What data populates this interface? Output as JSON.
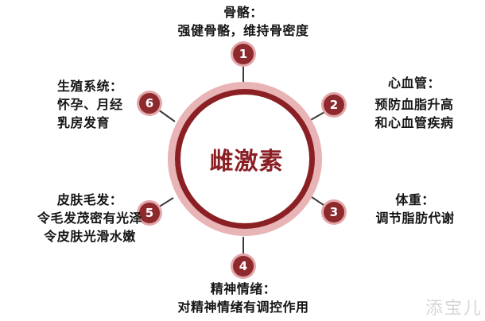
{
  "diagram": {
    "center_label": "雌激素",
    "colors": {
      "outer_ring": "#e8b4b6",
      "inner_ring": "#8a1f24",
      "badge_fill": "#8e2a2e",
      "badge_halo": "#e3a7a9",
      "center_text": "#8a1f24",
      "connector": "#3a3a3a"
    },
    "nodes": [
      {
        "number": "1",
        "title": "骨骼：",
        "lines": [
          "强健骨骼，维持骨密度"
        ]
      },
      {
        "number": "2",
        "title": "心血管：",
        "lines": [
          "预防血脂升高",
          "和心血管疾病"
        ]
      },
      {
        "number": "3",
        "title": "体重：",
        "lines": [
          "调节脂肪代谢"
        ]
      },
      {
        "number": "4",
        "title": "精神情绪：",
        "lines": [
          "对精神情绪有调控作用"
        ]
      },
      {
        "number": "5",
        "title": "皮肤毛发：",
        "lines": [
          "令毛发茂密有光泽",
          "令皮肤光滑水嫩"
        ]
      },
      {
        "number": "6",
        "title": "生殖系统：",
        "lines": [
          "怀孕、月经",
          "乳房发育"
        ]
      }
    ]
  },
  "watermark": "添宝儿"
}
